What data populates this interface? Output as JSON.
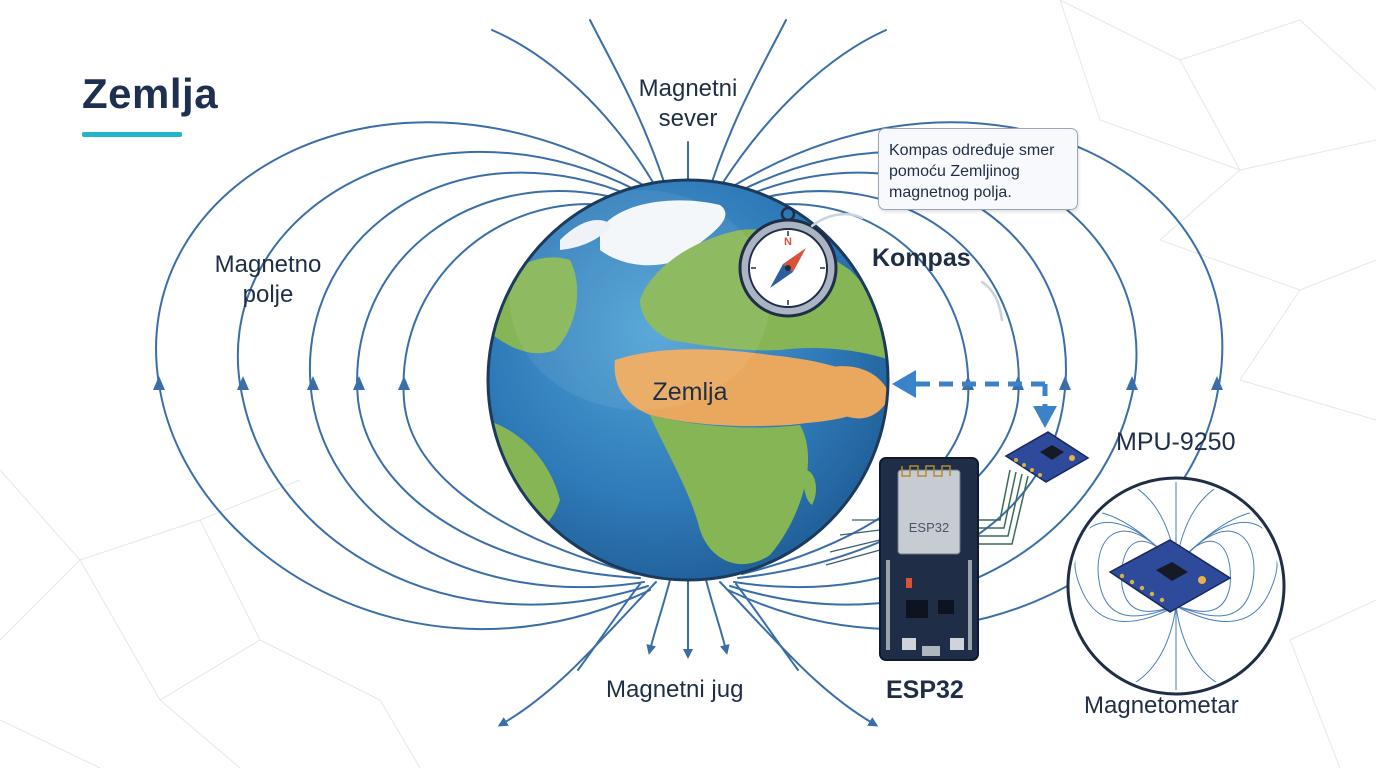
{
  "title": "Zemlja",
  "labels": {
    "magnetic_north": "Magnetni sever",
    "magnetic_field": "Magnetno polje",
    "compass": "Kompas",
    "earth": "Zemlja",
    "magnetic_south": "Magnetni jug",
    "esp32": "ESP32",
    "mpu": "MPU-9250",
    "magnetometer": "Magnetometar"
  },
  "callout": {
    "text": "Kompas određuje smer pomoću Zemljinog magnetnog polja."
  },
  "chip": {
    "label": "ESP32"
  },
  "compass_letter": "N",
  "colors": {
    "field_lines": "#3a6ea8",
    "ocean": "#2f7ab8",
    "land_green": "#86b556",
    "land_sand": "#e9a85e",
    "ice": "#f4f7fa",
    "title_accent": "#22b5c9",
    "board": "#1f2d47",
    "mpu_board": "#2e4a9a",
    "arrow_dashed": "#3c82c8"
  }
}
